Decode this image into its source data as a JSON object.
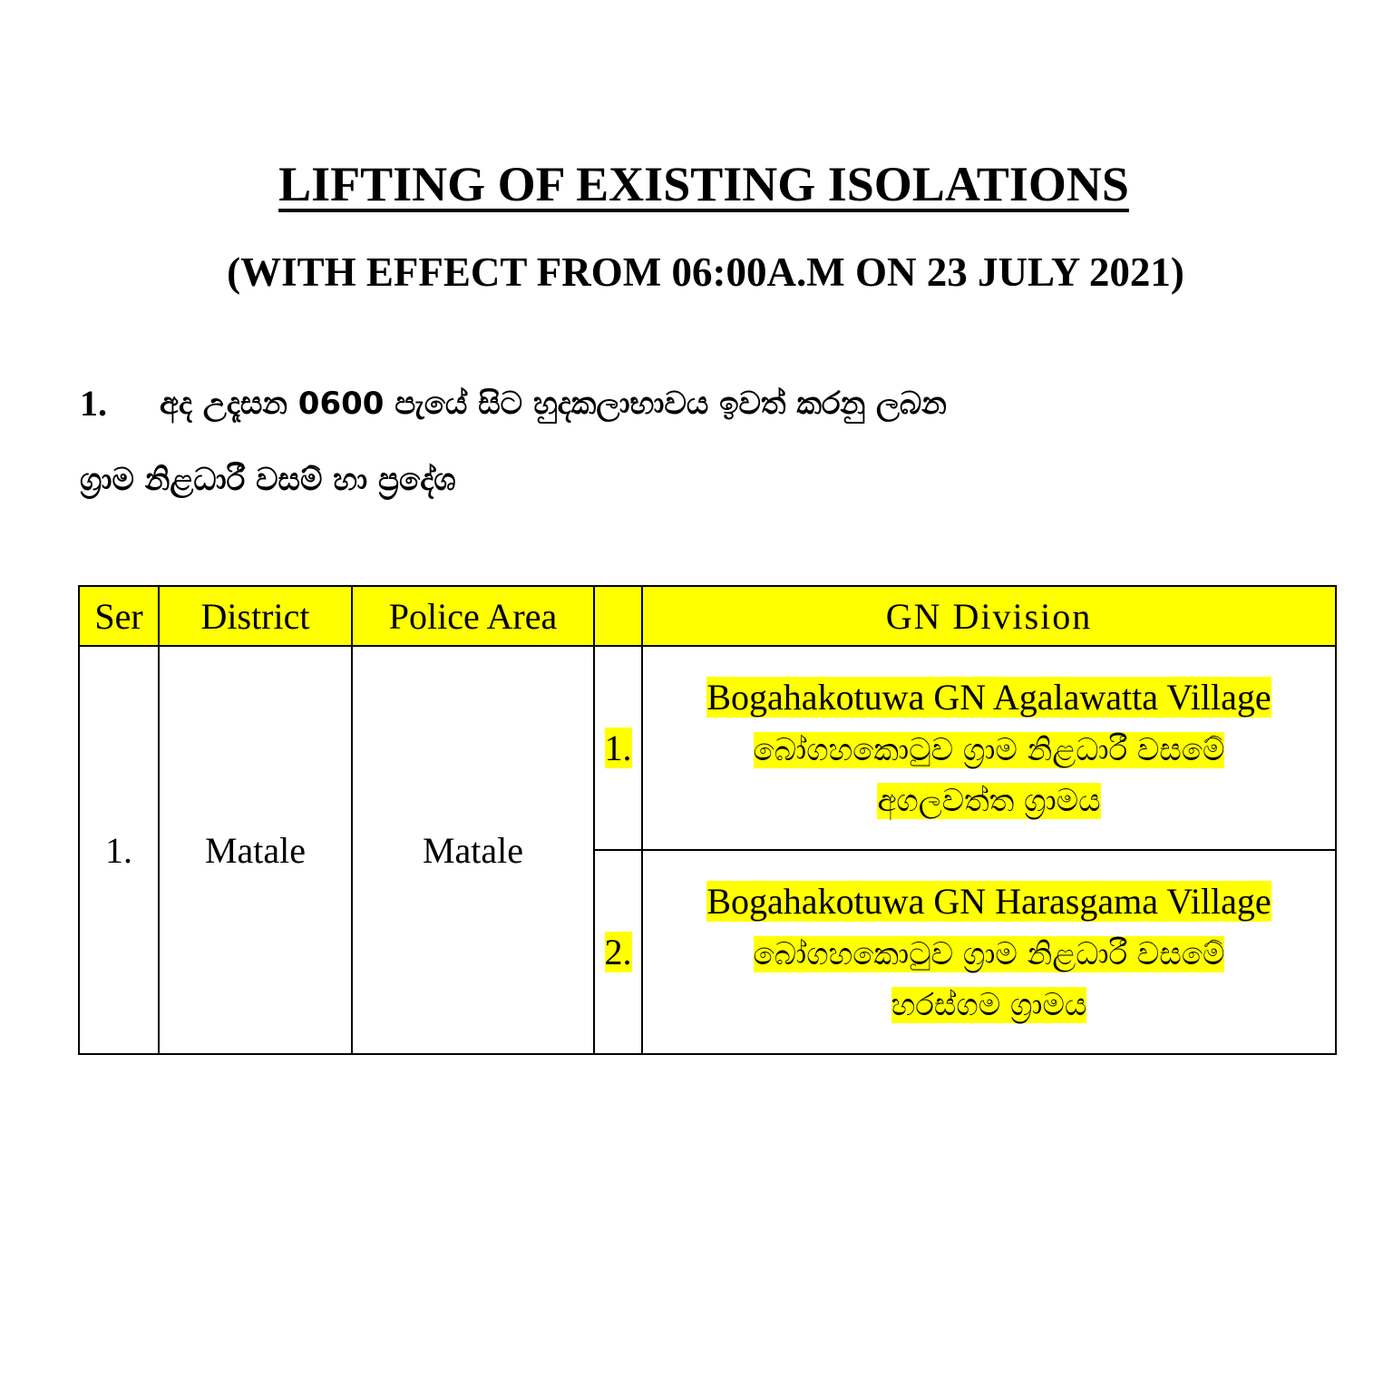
{
  "title": "LIFTING OF EXISTING ISOLATIONS",
  "subtitle": "(WITH EFFECT FROM 06:00A.M ON 23 JULY 2021)",
  "paragraph": {
    "number": "1.",
    "line1": "අද උදෑසන 0600 පැයේ සිට හුදකලාභාවය ඉවත් කරනු ලබන",
    "line2": "ග්‍රාම නිළධාරී වසම් හා ප්‍රදේශ"
  },
  "table": {
    "headers": {
      "ser": "Ser",
      "district": "District",
      "police_area": "Police Area",
      "sub": "",
      "gn_division": "GN Division"
    },
    "rows": [
      {
        "ser": "1.",
        "district": "Matale",
        "police_area": "Matale",
        "divisions": [
          {
            "num": "1.",
            "english": "Bogahakotuwa GN Agalawatta Village",
            "sinhala_line1": "බෝගහකොටුව ග්‍රාම නිළධාරී වසමේ",
            "sinhala_line2": "අගලවත්ත ග්‍රාමය"
          },
          {
            "num": "2.",
            "english": "Bogahakotuwa GN Harasgama Village",
            "sinhala_line1": "බෝගහකොටුව ග්‍රාම නිළධාරී වසමේ",
            "sinhala_line2": "හරස්ගම ග්‍රාමය"
          }
        ]
      }
    ]
  },
  "highlight_color": "#ffff00"
}
